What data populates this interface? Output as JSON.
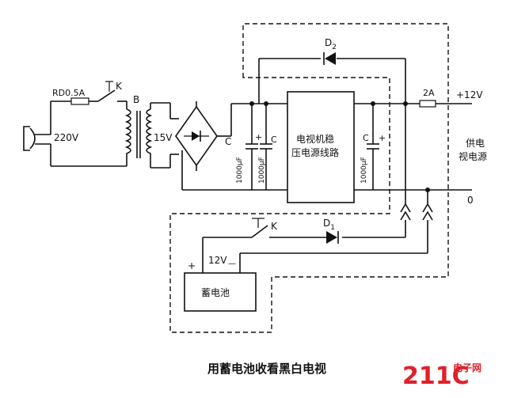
{
  "labels": {
    "fuse_in": "RD0.5A",
    "switch_main": "K",
    "transformer": "B",
    "mains": "220V",
    "secondary": "15V",
    "cap_c1": "C",
    "cap_c2": "C",
    "cap_c3": "C",
    "cap_val1": "1000μF",
    "cap_val2": "1000μF",
    "cap_val3": "1000μF",
    "regulator_l1": "电视机稳",
    "regulator_l2": "压电源线路",
    "diode_d2": "D",
    "diode_d2_sub": "2",
    "diode_d1": "D",
    "diode_d1_sub": "1",
    "switch_batt": "K",
    "fuse_out": "2A",
    "out_plus": "+12V",
    "out_zero": "0",
    "supply_l1": "供电",
    "supply_l2": "视电源",
    "batt_plus": "+",
    "batt_volt": "12V",
    "batt_minus": "—",
    "battery": "蓄电池",
    "plus_sign1": "+",
    "plus_sign2": "+",
    "plus_sign3": "+"
  },
  "caption": "用蓄电池收看黑白电视",
  "watermark": {
    "main": "211C",
    "sub": "电子网",
    "color": "#e0202a"
  }
}
